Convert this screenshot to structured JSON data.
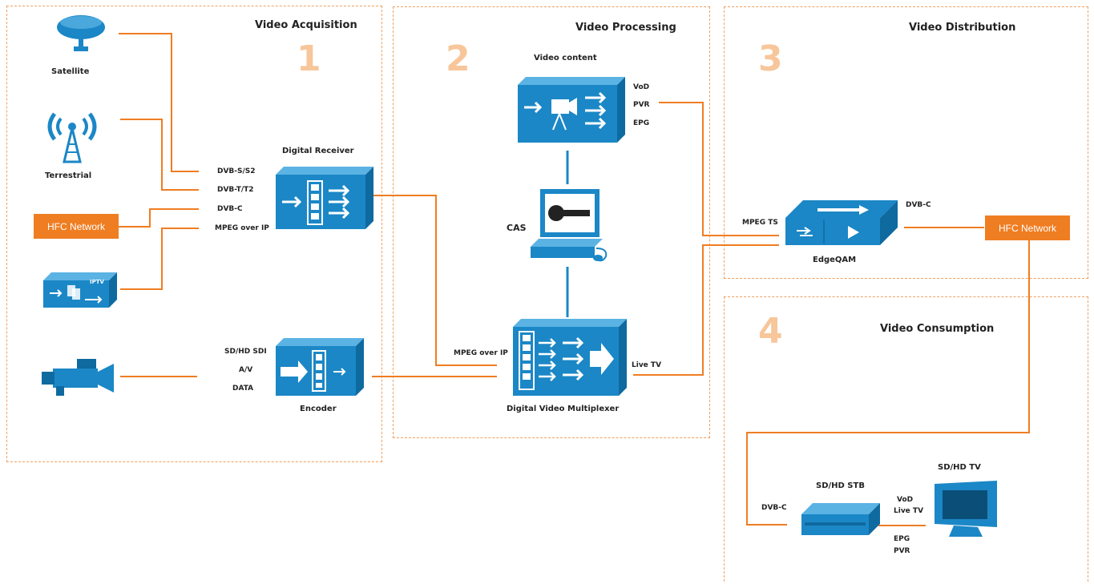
{
  "sections": {
    "acquisition": {
      "title": "Video Acquisition",
      "number": "1"
    },
    "processing": {
      "title": "Video Processing",
      "number": "2"
    },
    "distribution": {
      "title": "Video Distribution",
      "number": "3"
    },
    "consumption": {
      "title": "Video Consumption",
      "number": "4"
    }
  },
  "sources": {
    "satellite": "Satellite",
    "terrestrial": "Terrestrial",
    "hfc_network": "HFC Network",
    "iptv_icon_text": "IPTV"
  },
  "receiver": {
    "title": "Digital Receiver",
    "inputs": [
      "DVB-S/S2",
      "DVB-T/T2",
      "DVB-C",
      "MPEG over IP"
    ]
  },
  "encoder": {
    "title": "Encoder",
    "inputs": [
      "SD/HD SDI",
      "A/V",
      "DATA"
    ]
  },
  "processing": {
    "video_content": "Video content",
    "outputs": [
      "VoD",
      "PVR",
      "EPG"
    ],
    "cas": "CAS",
    "mux_title": "Digital Video Multiplexer",
    "mux_input": "MPEG over IP",
    "mux_output": "Live TV"
  },
  "distribution": {
    "edgeqam": "EdgeQAM",
    "input": "MPEG TS",
    "output": "DVB-C",
    "hfc_network": "HFC Network"
  },
  "consumption": {
    "input": "DVB-C",
    "stb": "SD/HD STB",
    "tv": "SD/HD TV",
    "links_top": [
      "VoD",
      "Live TV"
    ],
    "links_bottom": [
      "EPG",
      "PVR"
    ]
  },
  "colors": {
    "wire": "#ef7d22",
    "device": "#1b87c6",
    "border": "#f0a060",
    "number": "#f7c69a"
  }
}
